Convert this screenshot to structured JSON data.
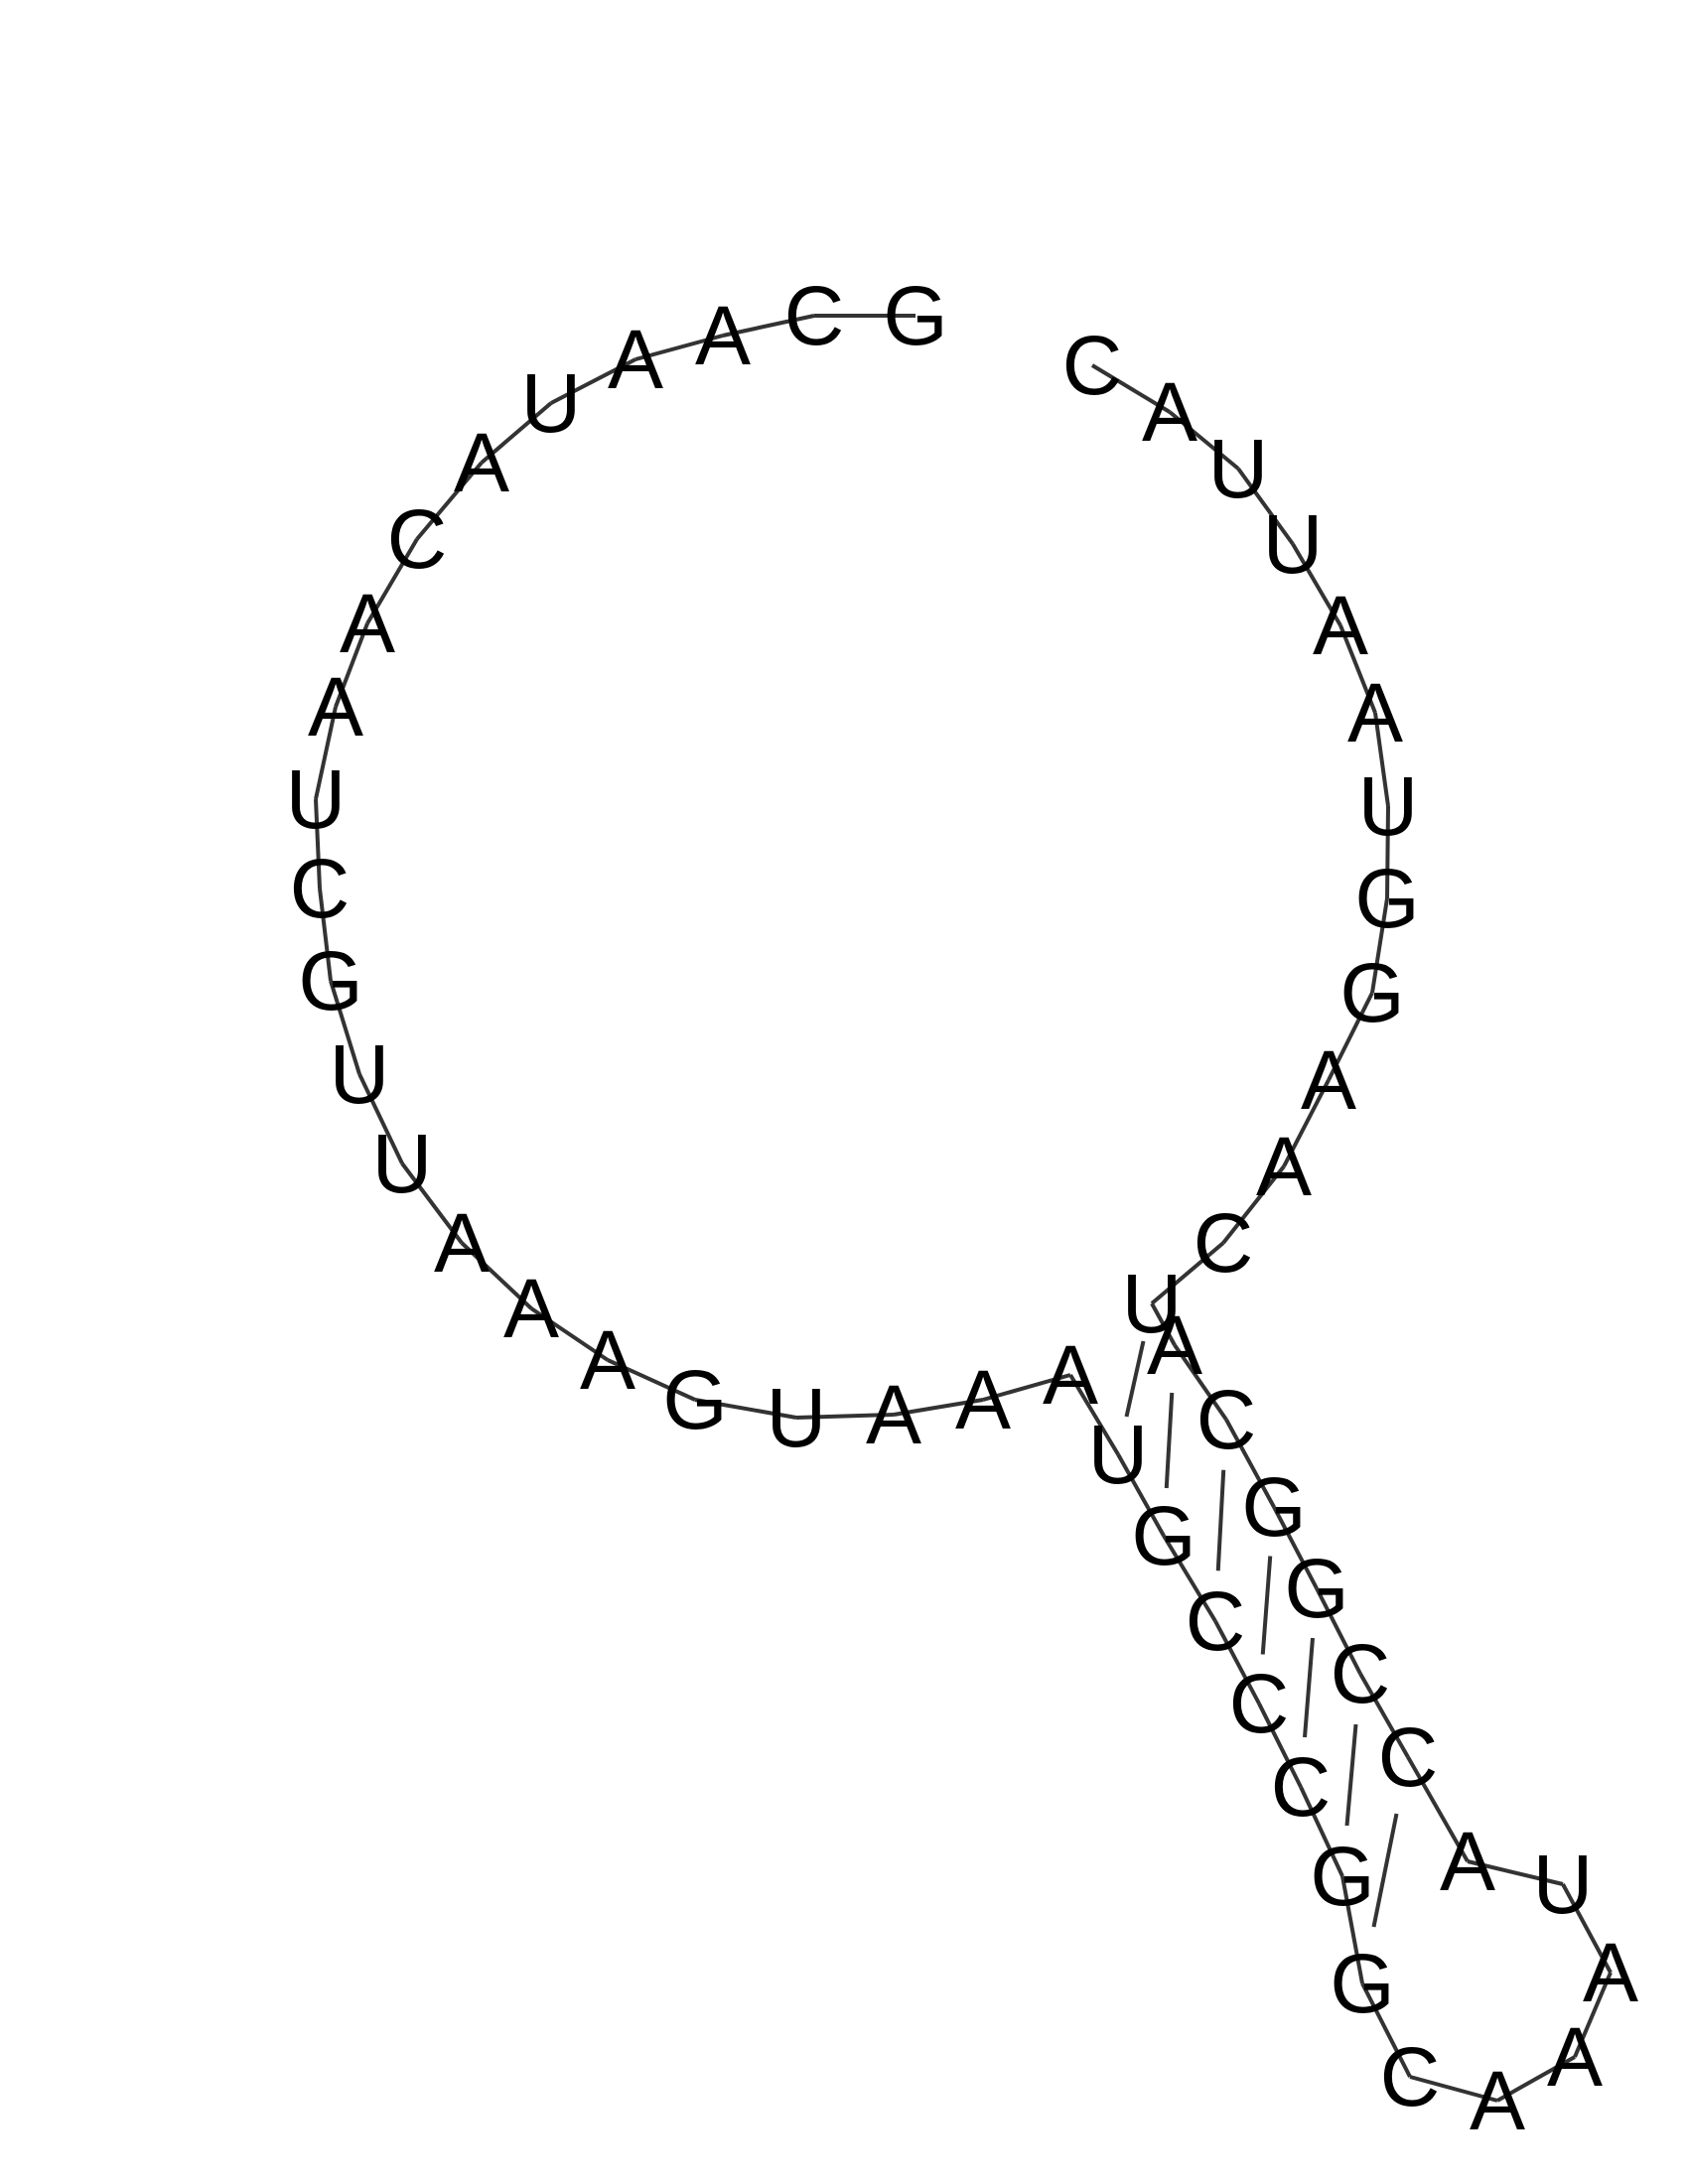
{
  "diagram": {
    "type": "rna-secondary-structure",
    "colors": {
      "background": "#ffffff",
      "backbone": "#333333",
      "pair": "#333333",
      "text": "#000000"
    },
    "sequence": "GCAAUACAAUCGUUAAAGUAAAUGCCCGGCAAAUACCGGCAUCAAGGUAAUUAC",
    "bases": [
      "G",
      "C",
      "A",
      "A",
      "U",
      "A",
      "C",
      "A",
      "A",
      "U",
      "C",
      "G",
      "U",
      "U",
      "A",
      "A",
      "A",
      "G",
      "U",
      "A",
      "A",
      "A",
      "U",
      "G",
      "C",
      "C",
      "C",
      "G",
      "G",
      "C",
      "A",
      "A",
      "A",
      "U",
      "A",
      "C",
      "C",
      "G",
      "G",
      "C",
      "A",
      "U",
      "C",
      "A",
      "A",
      "G",
      "G",
      "U",
      "A",
      "A",
      "U",
      "U",
      "A",
      "C"
    ],
    "pairs": [
      [
        22,
        41
      ],
      [
        23,
        40
      ],
      [
        24,
        39
      ],
      [
        25,
        38
      ],
      [
        26,
        37
      ],
      [
        27,
        36
      ],
      [
        28,
        35
      ]
    ]
  }
}
